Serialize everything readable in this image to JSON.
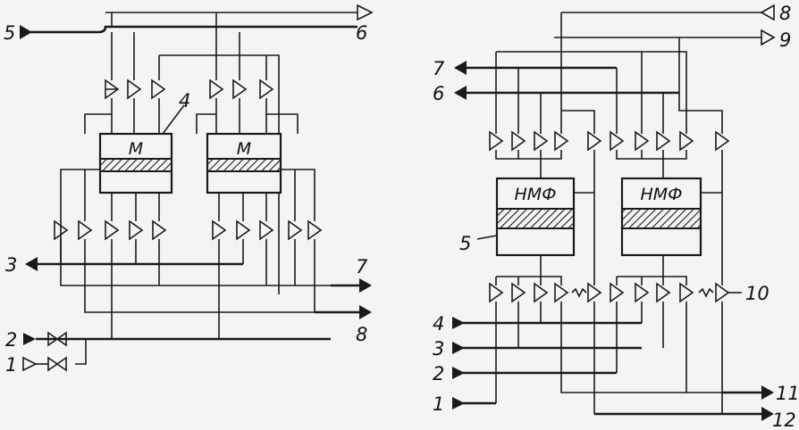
{
  "left_scheme": {
    "apparatus_label": "M",
    "callouts": {
      "apparatus_number": "4"
    },
    "streams": {
      "in_top": "5",
      "out_top": "6",
      "out_left": "3",
      "out_right_upper": "7",
      "out_right_lower": "8",
      "in_bottom_upper": "2",
      "in_bottom_lower": "1"
    }
  },
  "right_scheme": {
    "apparatus_label": "НМФ",
    "callouts": {
      "apparatus_number": "5",
      "valve_number": "10"
    },
    "streams": {
      "in_top_right": "8",
      "out_top_right": "9",
      "out_upper_left_1": "7",
      "out_upper_left_2": "6",
      "in_left_4": "4",
      "in_left_3": "3",
      "in_left_2": "2",
      "in_left_1": "1",
      "out_bottom_11": "11",
      "out_bottom_12": "12"
    }
  },
  "colors": {
    "ink": "#1a1a1a",
    "paper": "#f4f4f2",
    "hatch": "#1a1a1a"
  }
}
